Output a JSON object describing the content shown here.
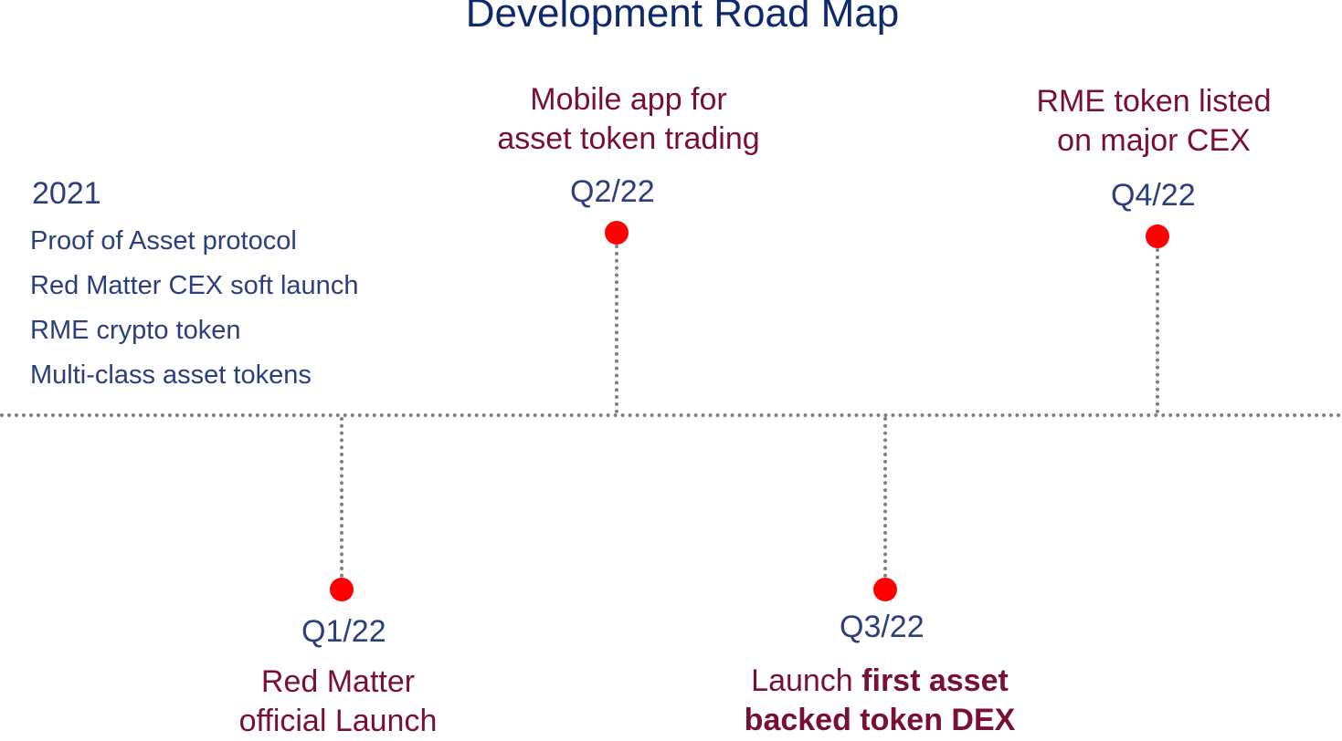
{
  "title": "Development Road Map",
  "intro": {
    "year": "2021",
    "items": [
      "Proof of Asset protocol",
      "Red Matter CEX soft launch",
      "RME crypto token",
      "Multi-class asset tokens"
    ]
  },
  "milestones": [
    {
      "quarter": "Q1/22",
      "line1": "Red Matter",
      "line2": "official Launch"
    },
    {
      "quarter": "Q2/22",
      "line1": "Mobile app for",
      "line2": "asset token trading"
    },
    {
      "quarter": "Q3/22",
      "line1_regular": "Launch ",
      "line1_bold": "first asset",
      "line2_bold": "backed token DEX"
    },
    {
      "quarter": "Q4/22",
      "line1": "RME token listed",
      "line2": "on major CEX"
    }
  ],
  "colors": {
    "title": "#0d2a6e",
    "quarter": "#2a3f7c",
    "milestone": "#7a0f36",
    "dot": "#ff0000",
    "line": "#7b7f86"
  }
}
